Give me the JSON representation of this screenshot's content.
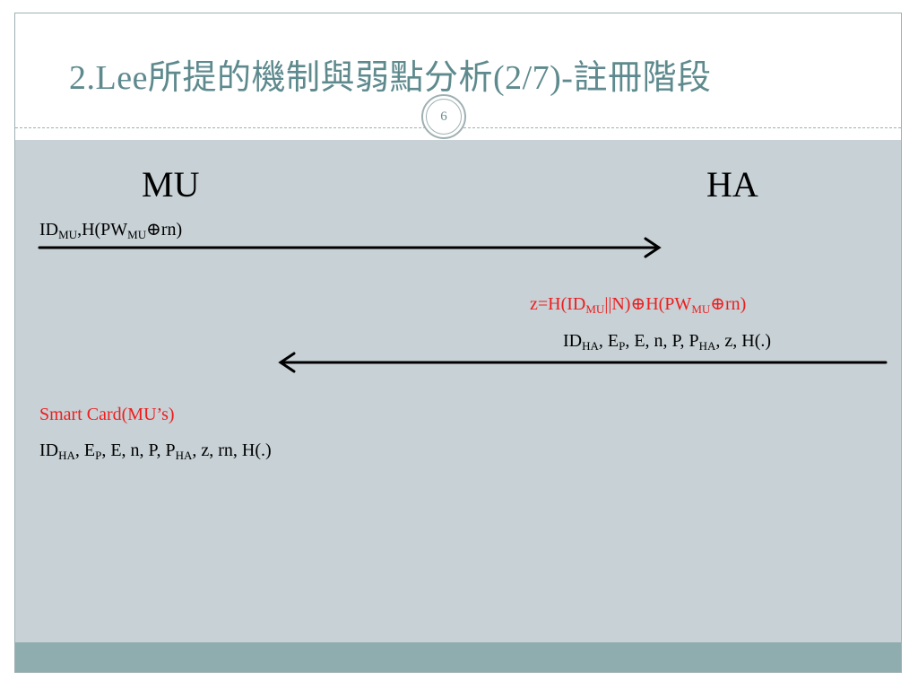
{
  "slide": {
    "title": "2.Lee所提的機制與弱點分析(2/7)-註冊階段",
    "page_number": "6"
  },
  "parties": {
    "left": "MU",
    "right": "HA"
  },
  "message1": {
    "p1": "ID",
    "s1": "MU",
    "p2": ",H(PW",
    "s2": "MU",
    "p3": "⊕rn)"
  },
  "computation": {
    "p1": "z=H(ID",
    "s1": "MU",
    "p2": "||N)⊕H(PW",
    "s2": "MU",
    "p3": "⊕rn)"
  },
  "message2": {
    "p1": "ID",
    "s1": "HA",
    "p2": ", E",
    "s2": "P",
    "p3": ", E, n, P, P",
    "s3": "HA",
    "p4": ", z, H(.)"
  },
  "smart_card": {
    "title": "Smart Card(MU’s)",
    "p1": "ID",
    "s1": "HA",
    "p2": ", E",
    "s2": "P",
    "p3": ", E, n, P, P",
    "s3": "HA",
    "p4": ", z, rn, H(.)"
  },
  "colors": {
    "title": "#5e8a8e",
    "content_bg": "#c7d1d6",
    "footer_band": "#8fadaf",
    "highlight": "#ee1d1d"
  }
}
